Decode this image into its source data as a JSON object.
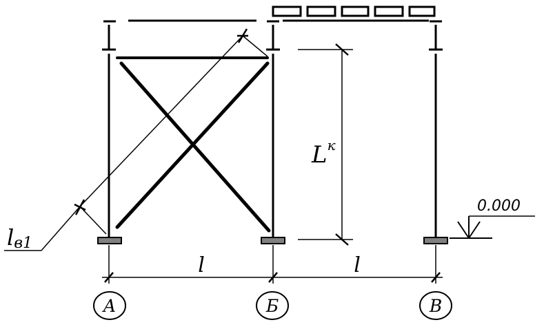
{
  "labels": {
    "span_left": "l",
    "span_right": "l",
    "height": "L",
    "height_sup": "к",
    "brace_length_main": "l",
    "brace_length_sub": "в1",
    "elevation": "0.000"
  },
  "axes": [
    {
      "id": "a",
      "label": "А"
    },
    {
      "id": "b",
      "label": "Б"
    },
    {
      "id": "v",
      "label": "В"
    }
  ],
  "colors": {
    "line": "#000000",
    "background": "#ffffff",
    "base_plate": "#808080"
  }
}
